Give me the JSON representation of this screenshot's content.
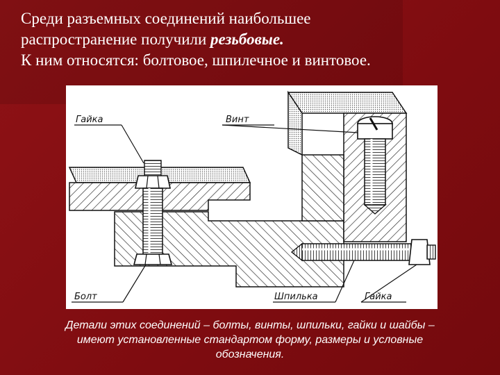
{
  "heading": {
    "line1": "Среди разъемных соединений наибольшее",
    "line2_prefix": "распространение получили ",
    "line2_emphasis": "резьбовые.",
    "line3": "К ним относятся: болтовое, шпилечное и винтовое."
  },
  "figure": {
    "labels": {
      "nut_top": "Гайка",
      "screw": "Винт",
      "bolt": "Болт",
      "stud": "Шпилька",
      "nut_right": "Гайка"
    }
  },
  "caption": {
    "line1": "Детали этих соединений – болты, винты, шпильки, гайки и шайбы –",
    "line2": "имеют установленные стандартом форму, размеры и условные",
    "line3": "обозначения."
  },
  "colors": {
    "background": "#8a0f12",
    "text": "#ffffff",
    "figure_background": "#ffffff"
  }
}
